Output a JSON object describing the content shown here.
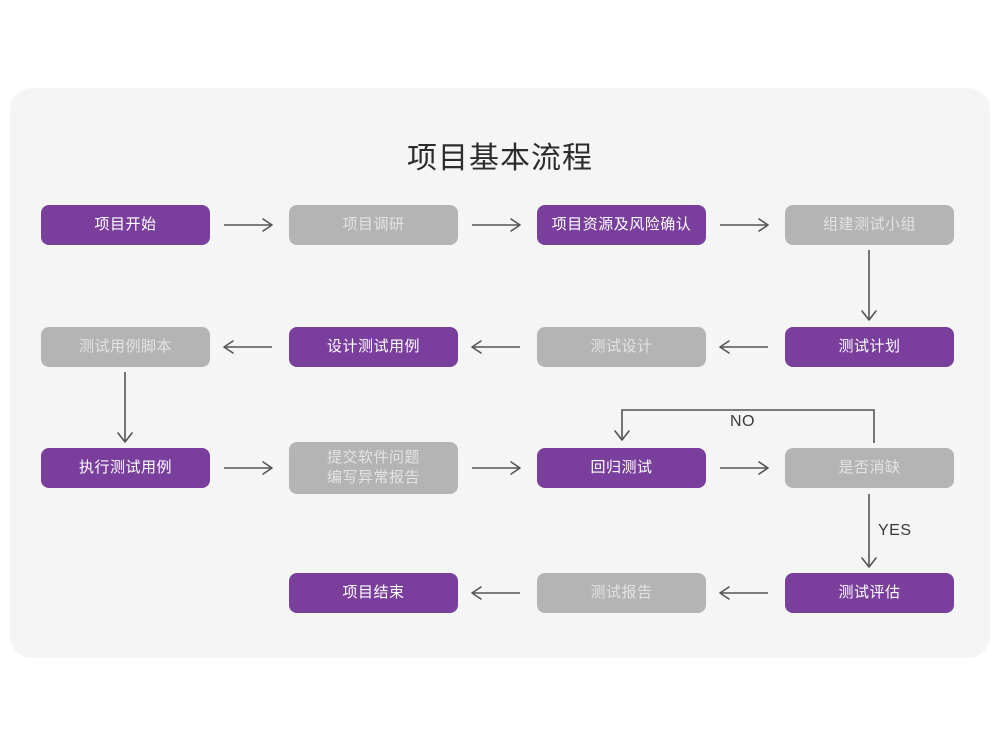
{
  "page": {
    "background": "#ffffff",
    "card_background": "#f5f5f5",
    "title": "项目基本流程"
  },
  "colors": {
    "purple": "#7a3f9d",
    "purple_text": "#ffffff",
    "gray": "#b4b4b4",
    "gray_text": "#e3e3e3",
    "arrow": "#555555",
    "title_text": "#2c2c2c",
    "edge_label_text": "#3a3a3a"
  },
  "chart_data": {
    "type": "diagram",
    "title": "项目基本流程",
    "nodes": [
      {
        "id": "n1",
        "label": "项目开始",
        "style": "purple",
        "row": 1,
        "col": 1
      },
      {
        "id": "n2",
        "label": "项目调研",
        "style": "gray",
        "row": 1,
        "col": 2
      },
      {
        "id": "n3",
        "label": "项目资源及风险确认",
        "style": "purple",
        "row": 1,
        "col": 3
      },
      {
        "id": "n4",
        "label": "组建测试小组",
        "style": "gray",
        "row": 1,
        "col": 4
      },
      {
        "id": "n5",
        "label": "测试用例脚本",
        "style": "gray",
        "row": 2,
        "col": 1
      },
      {
        "id": "n6",
        "label": "设计测试用例",
        "style": "purple",
        "row": 2,
        "col": 2
      },
      {
        "id": "n7",
        "label": "测试设计",
        "style": "gray",
        "row": 2,
        "col": 3
      },
      {
        "id": "n8",
        "label": "测试计划",
        "style": "purple",
        "row": 2,
        "col": 4
      },
      {
        "id": "n9",
        "label": "执行测试用例",
        "style": "purple",
        "row": 3,
        "col": 1
      },
      {
        "id": "n10",
        "label": "提交软件问题\n编写异常报告",
        "style": "gray",
        "row": 3,
        "col": 2
      },
      {
        "id": "n11",
        "label": "回归测试",
        "style": "purple",
        "row": 3,
        "col": 3
      },
      {
        "id": "n12",
        "label": "是否消缺",
        "style": "gray",
        "row": 3,
        "col": 4
      },
      {
        "id": "n13",
        "label": "项目结束",
        "style": "purple",
        "row": 4,
        "col": 2
      },
      {
        "id": "n14",
        "label": "测试报告",
        "style": "gray",
        "row": 4,
        "col": 3
      },
      {
        "id": "n15",
        "label": "测试评估",
        "style": "purple",
        "row": 4,
        "col": 4
      }
    ],
    "edges": [
      {
        "from": "n1",
        "to": "n2",
        "label": "",
        "direction": "right"
      },
      {
        "from": "n2",
        "to": "n3",
        "label": "",
        "direction": "right"
      },
      {
        "from": "n3",
        "to": "n4",
        "label": "",
        "direction": "right"
      },
      {
        "from": "n4",
        "to": "n8",
        "label": "",
        "direction": "down"
      },
      {
        "from": "n8",
        "to": "n7",
        "label": "",
        "direction": "left"
      },
      {
        "from": "n7",
        "to": "n6",
        "label": "",
        "direction": "left"
      },
      {
        "from": "n6",
        "to": "n5",
        "label": "",
        "direction": "left"
      },
      {
        "from": "n5",
        "to": "n9",
        "label": "",
        "direction": "down"
      },
      {
        "from": "n9",
        "to": "n10",
        "label": "",
        "direction": "right"
      },
      {
        "from": "n10",
        "to": "n11",
        "label": "",
        "direction": "right"
      },
      {
        "from": "n11",
        "to": "n12",
        "label": "",
        "direction": "right"
      },
      {
        "from": "n12",
        "to": "n11",
        "label": "NO",
        "direction": "loop-up-left-down"
      },
      {
        "from": "n12",
        "to": "n15",
        "label": "YES",
        "direction": "down"
      },
      {
        "from": "n15",
        "to": "n14",
        "label": "",
        "direction": "left"
      },
      {
        "from": "n14",
        "to": "n13",
        "label": "",
        "direction": "left"
      }
    ],
    "edge_labels": [
      "NO",
      "YES"
    ]
  },
  "labels": {
    "no": "NO",
    "yes": "YES"
  },
  "nodes": {
    "n1": "项目开始",
    "n2": "项目调研",
    "n3": "项目资源及风险确认",
    "n4": "组建测试小组",
    "n5": "测试用例脚本",
    "n6": "设计测试用例",
    "n7": "测试设计",
    "n8": "测试计划",
    "n9": "执行测试用例",
    "n10": "提交软件问题\n编写异常报告",
    "n11": "回归测试",
    "n12": "是否消缺",
    "n13": "项目结束",
    "n14": "测试报告",
    "n15": "测试评估"
  }
}
